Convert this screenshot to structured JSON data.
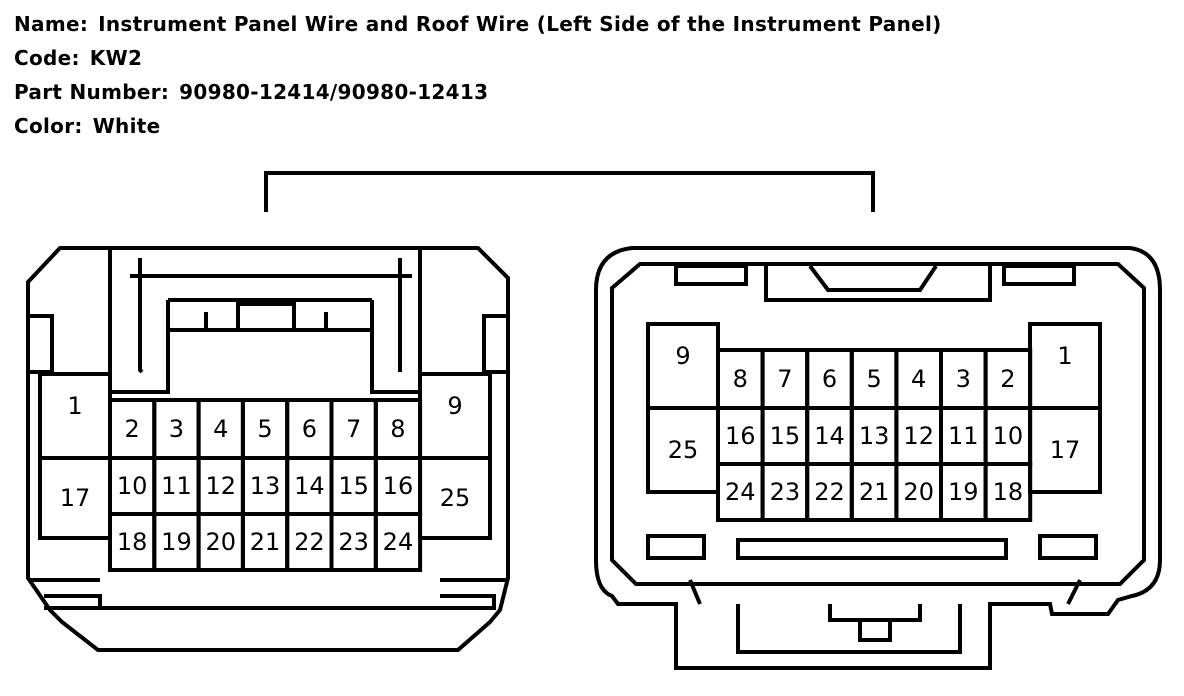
{
  "header": {
    "name_label": "Name:",
    "name_value": "Instrument Panel Wire and Roof Wire (Left Side of the Instrument Panel)",
    "code_label": "Code:",
    "code_value": "KW2",
    "part_label": "Part Number:",
    "part_value": "90980-12414/90980-12413",
    "color_label": "Color:",
    "color_value": "White"
  },
  "left_connector": {
    "side_top": "1",
    "side_bottom": "17",
    "right_top": "9",
    "right_bottom": "25",
    "rows": [
      [
        "2",
        "3",
        "4",
        "5",
        "6",
        "7",
        "8"
      ],
      [
        "10",
        "11",
        "12",
        "13",
        "14",
        "15",
        "16"
      ],
      [
        "18",
        "19",
        "20",
        "21",
        "22",
        "23",
        "24"
      ]
    ]
  },
  "right_connector": {
    "side_top": "9",
    "side_bottom": "25",
    "right_top": "1",
    "right_bottom": "17",
    "rows": [
      [
        "8",
        "7",
        "6",
        "5",
        "4",
        "3",
        "2"
      ],
      [
        "16",
        "15",
        "14",
        "13",
        "12",
        "11",
        "10"
      ],
      [
        "24",
        "23",
        "22",
        "21",
        "20",
        "19",
        "18"
      ]
    ]
  }
}
